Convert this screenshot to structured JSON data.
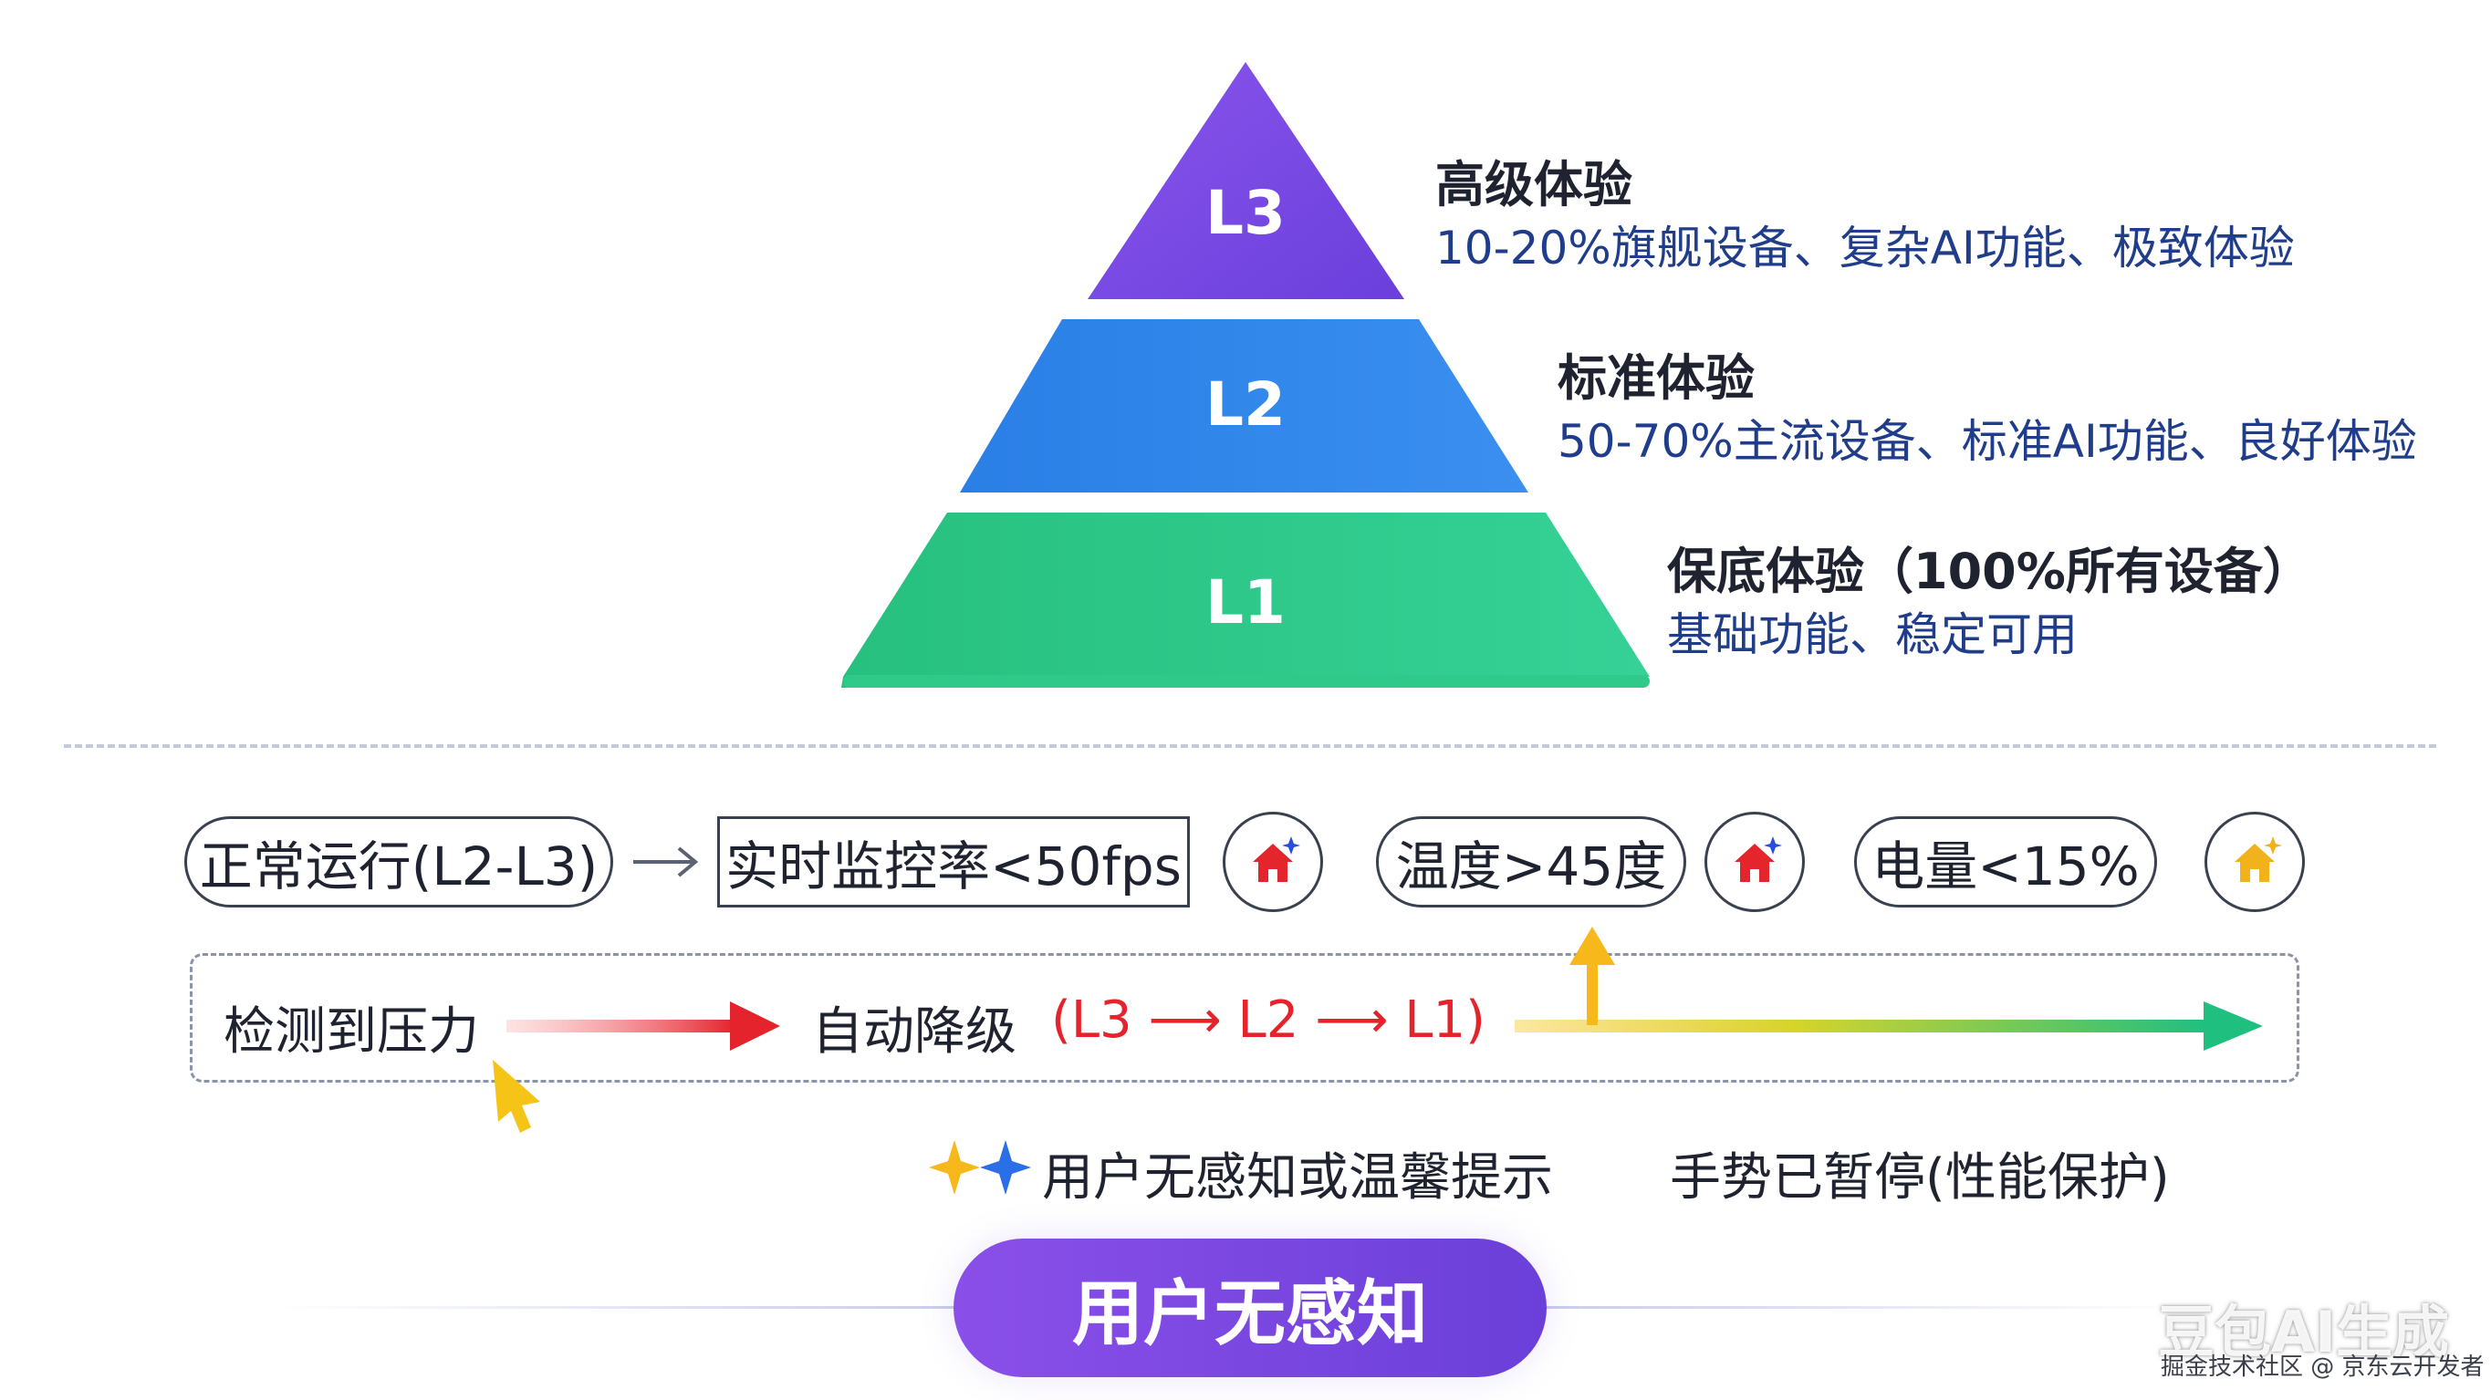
{
  "pyramid": {
    "l3": {
      "label": "L3",
      "title": "高级体验",
      "desc": "10-20%旗舰设备、复杂AI功能、极致体验",
      "color": "#7b4be6"
    },
    "l2": {
      "label": "L2",
      "title": "标准体验",
      "desc": "50-70%主流设备、标准AI功能、良好体验",
      "color": "#2f86e8"
    },
    "l1": {
      "label": "L1",
      "title": "保底体验（100%所有设备）",
      "desc": "基础功能、稳定可用",
      "color": "#2fc98a"
    }
  },
  "states": {
    "normal": "正常运行(L2-L3)",
    "monitor": "实时监控率<50fps",
    "temperature": "温度>45度",
    "battery": "电量<15%"
  },
  "icons": {
    "house_red": "house-sparkle-red-icon",
    "house_yellow": "house-sparkle-yellow-icon",
    "sparkles": "sparkles-icon"
  },
  "flow": {
    "detect": "检测到压力",
    "auto": "自动降级",
    "seq": "(L3 ⟶ L2 ⟶ L1)"
  },
  "notes": {
    "user_hint": "用户无感知或温馨提示",
    "gesture": "手势已暂停(性能保护)"
  },
  "button": {
    "label": "用户无感知"
  },
  "watermark": {
    "brand": "豆包AI生成",
    "credit": "掘金技术社区 @ 京东云开发者"
  }
}
